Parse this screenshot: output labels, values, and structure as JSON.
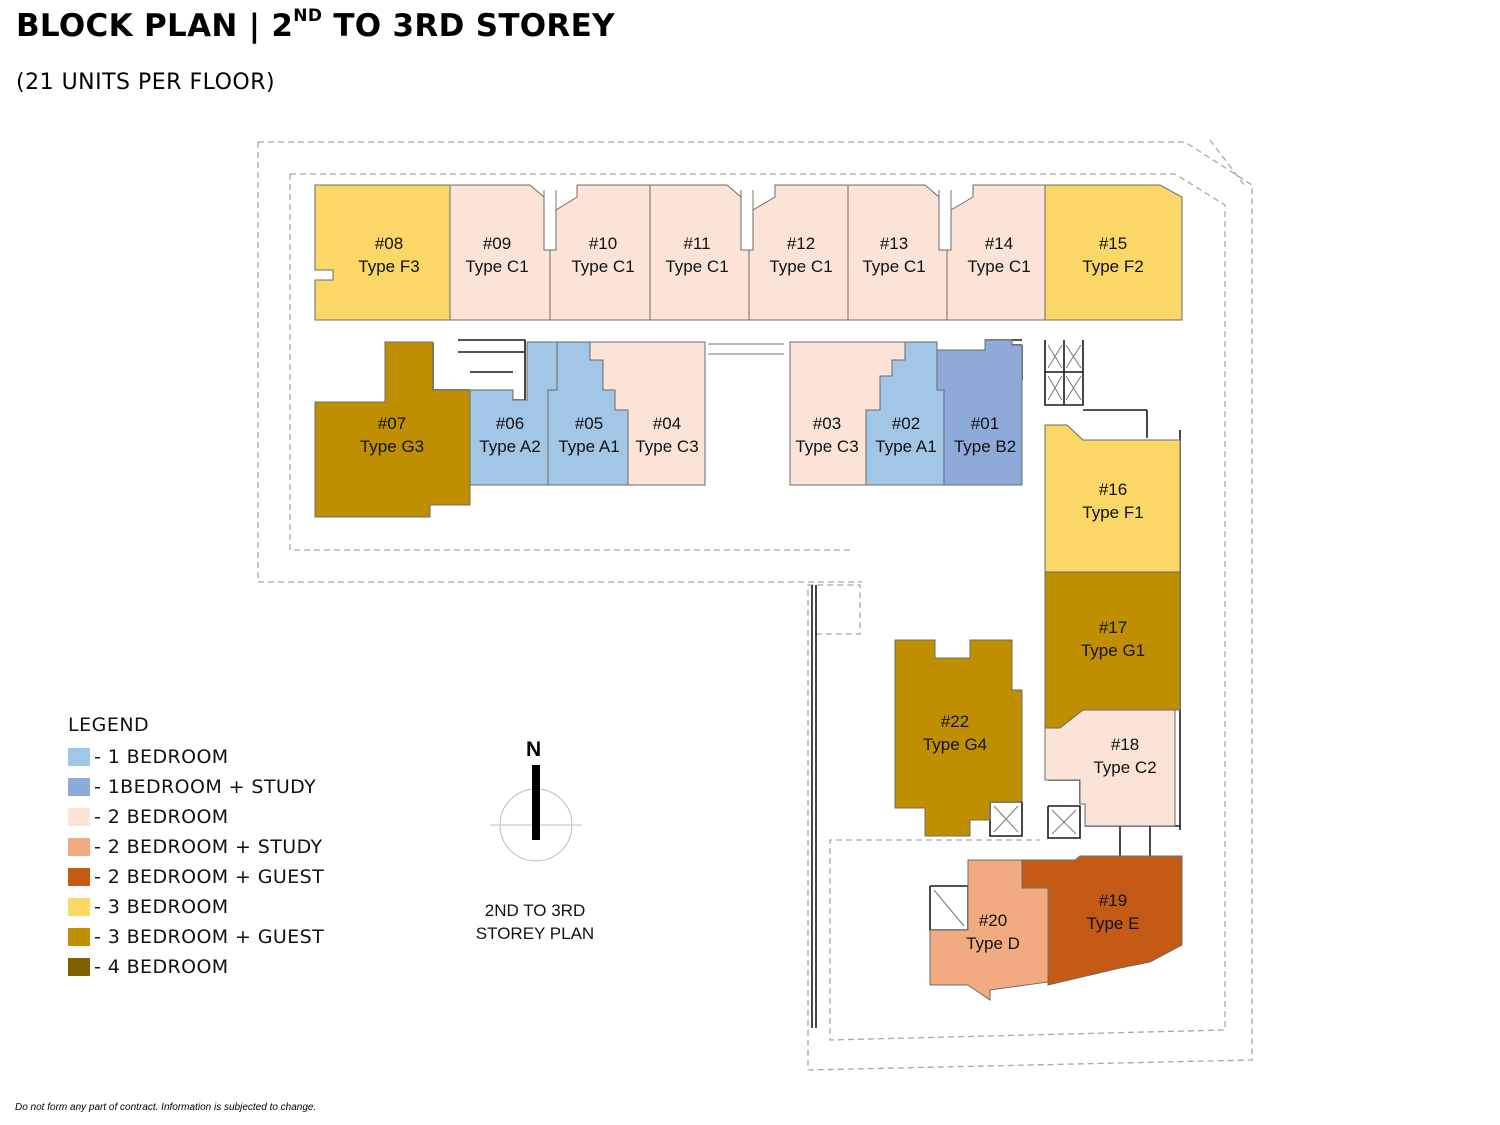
{
  "header": {
    "title_main": "BLOCK PLAN | 2",
    "title_sup": "ND",
    "title_rest": " TO 3RD STOREY",
    "subtitle": "(21 UNITS PER FLOOR)"
  },
  "colors": {
    "1br": "#a2c6e6",
    "1br_study": "#8eaad8",
    "2br": "#fbe4d7",
    "2br_study": "#f2ab80",
    "2br_guest": "#c55a16",
    "3br": "#fad766",
    "3br_guest": "#bf8f00",
    "4br": "#7f6000"
  },
  "units": [
    {
      "id": "u08",
      "number": "#08",
      "type": "Type F3",
      "category": "3br"
    },
    {
      "id": "u09",
      "number": "#09",
      "type": "Type C1",
      "category": "2br"
    },
    {
      "id": "u10",
      "number": "#10",
      "type": "Type C1",
      "category": "2br"
    },
    {
      "id": "u11",
      "number": "#11",
      "type": "Type C1",
      "category": "2br"
    },
    {
      "id": "u12",
      "number": "#12",
      "type": "Type C1",
      "category": "2br"
    },
    {
      "id": "u13",
      "number": "#13",
      "type": "Type C1",
      "category": "2br"
    },
    {
      "id": "u14",
      "number": "#14",
      "type": "Type C1",
      "category": "2br"
    },
    {
      "id": "u15",
      "number": "#15",
      "type": "Type F2",
      "category": "3br"
    },
    {
      "id": "u07",
      "number": "#07",
      "type": "Type G3",
      "category": "3br_guest"
    },
    {
      "id": "u06",
      "number": "#06",
      "type": "Type A2",
      "category": "1br"
    },
    {
      "id": "u05",
      "number": "#05",
      "type": "Type A1",
      "category": "1br"
    },
    {
      "id": "u04",
      "number": "#04",
      "type": "Type C3",
      "category": "2br"
    },
    {
      "id": "u03",
      "number": "#03",
      "type": "Type C3",
      "category": "2br"
    },
    {
      "id": "u02",
      "number": "#02",
      "type": "Type A1",
      "category": "1br"
    },
    {
      "id": "u01",
      "number": "#01",
      "type": "Type B2",
      "category": "1br_study"
    },
    {
      "id": "u16",
      "number": "#16",
      "type": "Type F1",
      "category": "3br"
    },
    {
      "id": "u17",
      "number": "#17",
      "type": "Type G1",
      "category": "3br_guest"
    },
    {
      "id": "u22",
      "number": "#22",
      "type": "Type G4",
      "category": "3br_guest"
    },
    {
      "id": "u18",
      "number": "#18",
      "type": "Type C2",
      "category": "2br"
    },
    {
      "id": "u20",
      "number": "#20",
      "type": "Type D",
      "category": "2br_study"
    },
    {
      "id": "u19",
      "number": "#19",
      "type": "Type E",
      "category": "2br_guest"
    }
  ],
  "legend": {
    "title": "LEGEND",
    "items": [
      {
        "key": "1br",
        "label": "- 1 BEDROOM"
      },
      {
        "key": "1br_study",
        "label": "- 1BEDROOM + STUDY"
      },
      {
        "key": "2br",
        "label": "- 2 BEDROOM"
      },
      {
        "key": "2br_study",
        "label": "- 2 BEDROOM + STUDY"
      },
      {
        "key": "2br_guest",
        "label": "- 2 BEDROOM + GUEST"
      },
      {
        "key": "3br",
        "label": "- 3 BEDROOM"
      },
      {
        "key": "3br_guest",
        "label": "- 3 BEDROOM + GUEST"
      },
      {
        "key": "4br",
        "label": "- 4 BEDROOM"
      }
    ]
  },
  "compass": {
    "label": "N"
  },
  "plan_caption": {
    "line1": "2ND TO 3RD",
    "line2": "STOREY PLAN"
  },
  "footer": {
    "disclaimer": "Do not form any part of contract. Information is subjected to change."
  }
}
